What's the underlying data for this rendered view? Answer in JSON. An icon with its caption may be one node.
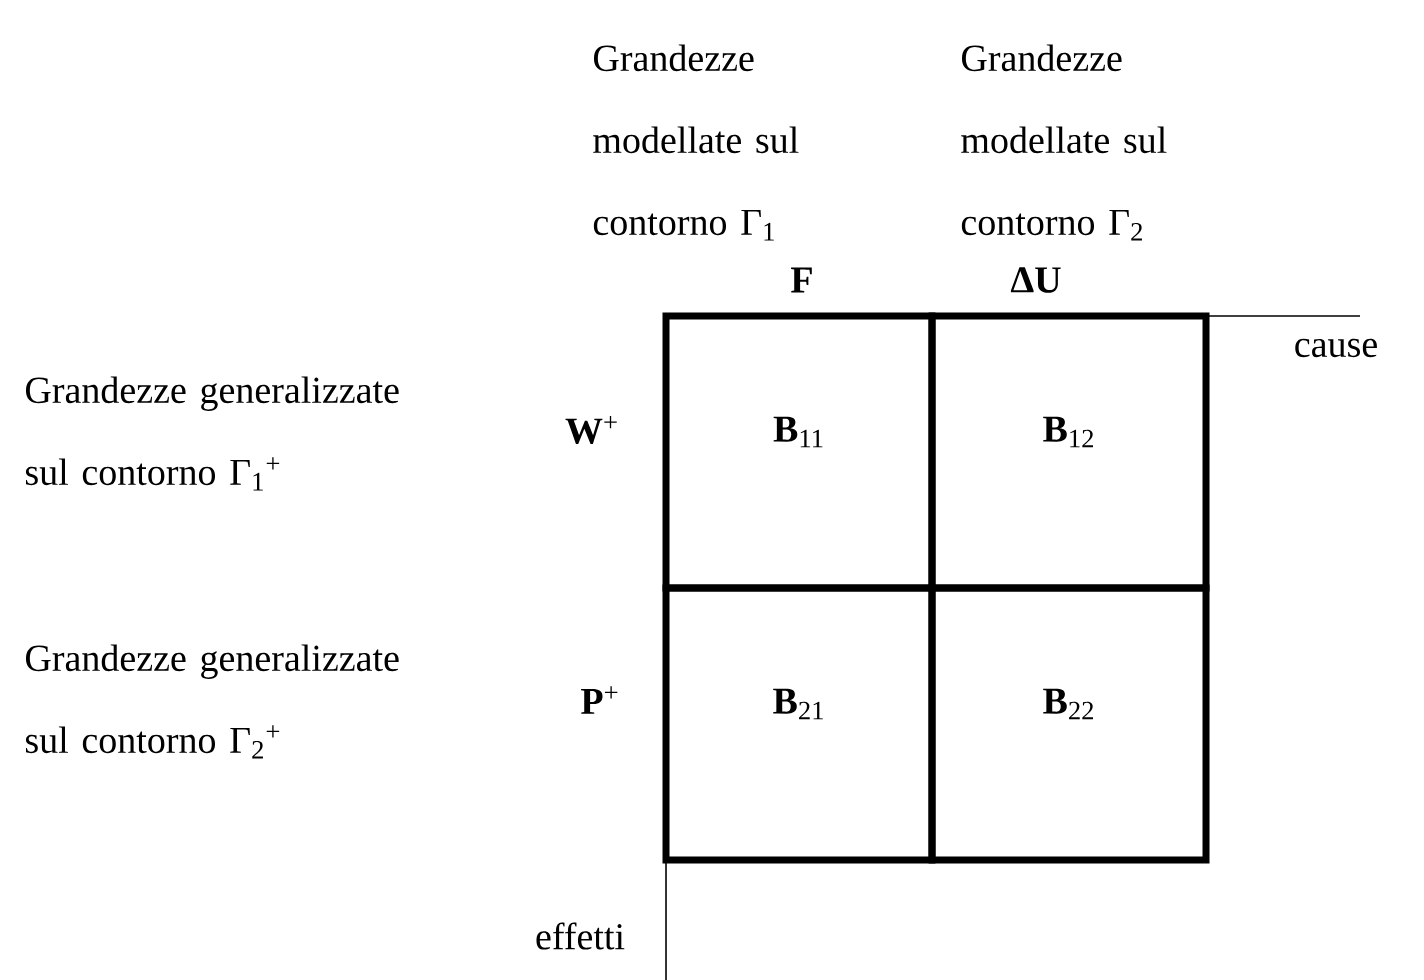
{
  "diagram": {
    "nodes": [
      {
        "text": [
          "**B**$_{11}$"
        ]
      },
      {
        "text": [
          "**B**$_{12}$"
        ]
      },
      {
        "text": [
          "**B**$_{21}$"
        ]
      },
      {
        "text": [
          "**B**$_{22}$"
        ]
      }
    ],
    "labels": [
      "Grandezze modellate sul contorno Γ$_{1}$",
      "Grandezze modellate sul contorno Γ$_{2}$",
      "F",
      "ΔU",
      "cause",
      "Grandezze generalizzate sul contorno Γ$_{1}$$^{+}$",
      "**W**$^{+}$",
      "Grandezze generalizzate sul contorno Γ$_{2}$$^{+}$",
      "**P**$^{+}$",
      "effetti"
    ]
  }
}
